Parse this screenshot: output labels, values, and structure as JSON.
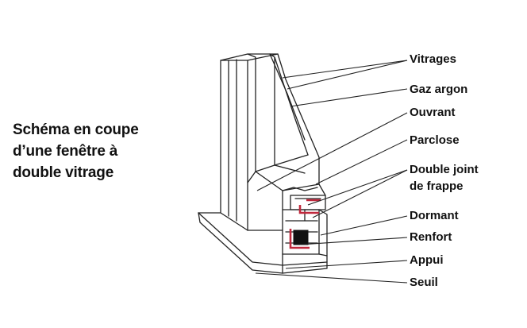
{
  "title_lines": [
    "Schéma en coupe",
    "d’une fenêtre à",
    "double vitrage"
  ],
  "labels": {
    "vitrages": "Vitrages",
    "gaz_argon": "Gaz argon",
    "ouvrant": "Ouvrant",
    "parclose": "Parclose",
    "double_joint_line1": "Double joint",
    "double_joint_line2": "de frappe",
    "dormant": "Dormant",
    "renfort": "Renfort",
    "appui": "Appui",
    "seuil": "Seuil"
  },
  "colors": {
    "line": "#222222",
    "gasket": "#c0283c",
    "reinforcement": "#111111",
    "background": "#ffffff"
  }
}
